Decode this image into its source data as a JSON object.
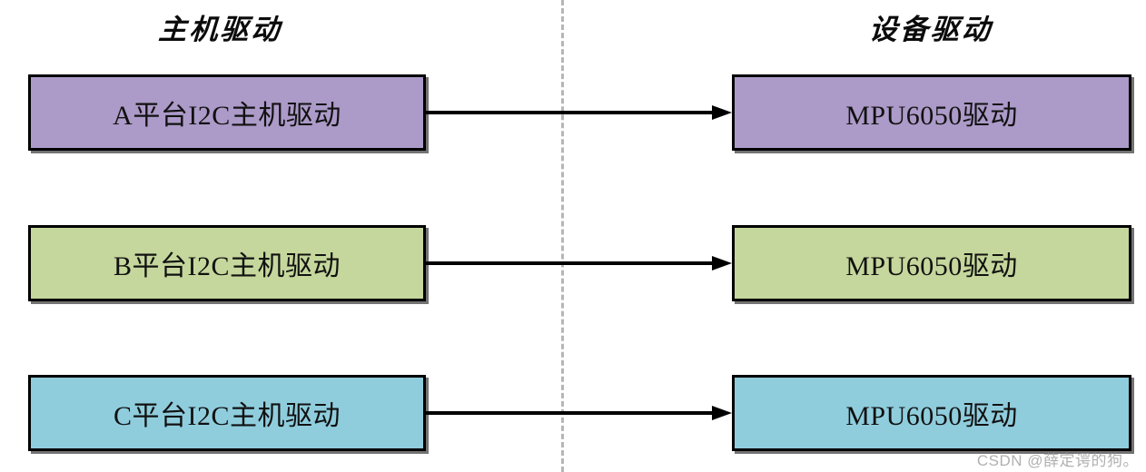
{
  "diagram": {
    "title_left": "主机驱动",
    "title_right": "设备驱动",
    "divider": {
      "style": "dashed",
      "color": "#b6b6b6"
    },
    "rows": [
      {
        "host": {
          "label": "A平台I2C主机驱动",
          "fill": "#AC9AC8",
          "border": "#000000"
        },
        "device": {
          "label": "MPU6050驱动",
          "fill": "#AC9AC8",
          "border": "#000000"
        },
        "arrow": {
          "direction": "right",
          "color": "#000000"
        }
      },
      {
        "host": {
          "label": "B平台I2C主机驱动",
          "fill": "#C5D79C",
          "border": "#000000"
        },
        "device": {
          "label": "MPU6050驱动",
          "fill": "#C5D79C",
          "border": "#000000"
        },
        "arrow": {
          "direction": "right",
          "color": "#000000"
        }
      },
      {
        "host": {
          "label": "C平台I2C主机驱动",
          "fill": "#8FCDDD",
          "border": "#000000"
        },
        "device": {
          "label": "MPU6050驱动",
          "fill": "#8FCDDD",
          "border": "#000000"
        },
        "arrow": {
          "direction": "right",
          "color": "#000000"
        }
      }
    ]
  },
  "watermark": {
    "text": "CSDN @薛定谔的狗。"
  }
}
